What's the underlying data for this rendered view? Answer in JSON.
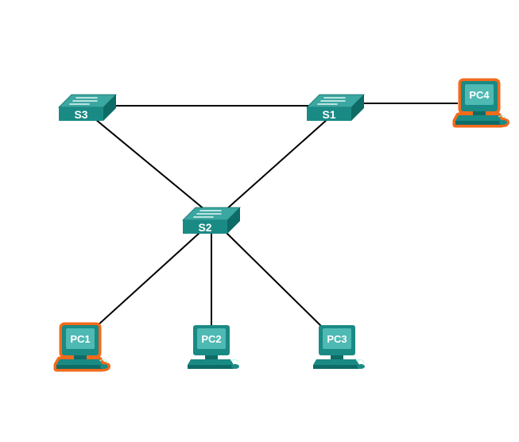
{
  "colors": {
    "device": "#1a8a85",
    "device_dark": "#0e6b66",
    "device_top": "#3aa7a1",
    "screen": "#4fb9b3",
    "highlight": "#f26a1b",
    "link": "#000000"
  },
  "switches": [
    {
      "id": "S3",
      "label": "S3"
    },
    {
      "id": "S1",
      "label": "S1"
    },
    {
      "id": "S2",
      "label": "S2"
    }
  ],
  "pcs": [
    {
      "id": "PC4",
      "label": "PC4",
      "highlighted": true
    },
    {
      "id": "PC1",
      "label": "PC1",
      "highlighted": true
    },
    {
      "id": "PC2",
      "label": "PC2",
      "highlighted": false
    },
    {
      "id": "PC3",
      "label": "PC3",
      "highlighted": false
    }
  ],
  "links": [
    [
      "S3",
      "S1"
    ],
    [
      "S1",
      "PC4"
    ],
    [
      "S3",
      "S2"
    ],
    [
      "S1",
      "S2"
    ],
    [
      "S2",
      "PC1"
    ],
    [
      "S2",
      "PC2"
    ],
    [
      "S2",
      "PC3"
    ]
  ]
}
